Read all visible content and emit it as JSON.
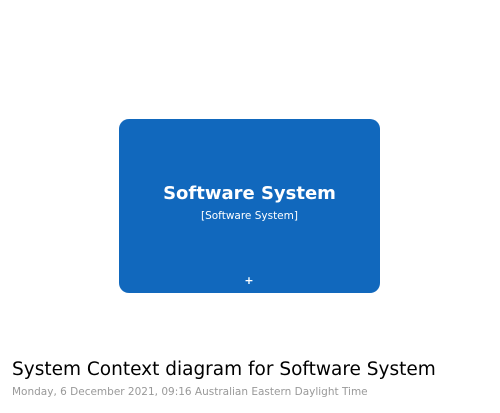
{
  "element": {
    "name": "Software System",
    "type": "[Software System]",
    "expand_glyph": "+",
    "icon": "plus-icon",
    "fill_color": "#1168bd",
    "text_color": "#ffffff"
  },
  "title": "System Context diagram for Software System",
  "subtitle": "Monday, 6 December 2021, 09:16 Australian Eastern Daylight Time"
}
